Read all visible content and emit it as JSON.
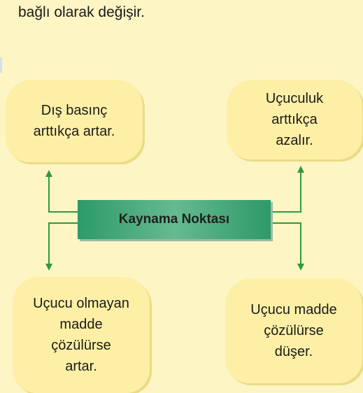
{
  "intro_text": "bağlı olarak değişir.",
  "center": {
    "label": "Kaynama Noktası"
  },
  "boxes": {
    "top_left": [
      "Dış basınç",
      "arttıkça artar."
    ],
    "top_right": [
      "Uçuculuk",
      "arttıkça",
      "azalır."
    ],
    "bottom_left": [
      "Uçucu olmayan",
      "madde",
      "çözülürse",
      "artar."
    ],
    "bottom_right": [
      "Uçucu madde",
      "çözülürse",
      "düşer."
    ]
  },
  "colors": {
    "background": "#fdf5c4",
    "box_fill": "#fdf0a6",
    "center_fill": "#3fa776",
    "arrow": "#2f9a3a"
  }
}
